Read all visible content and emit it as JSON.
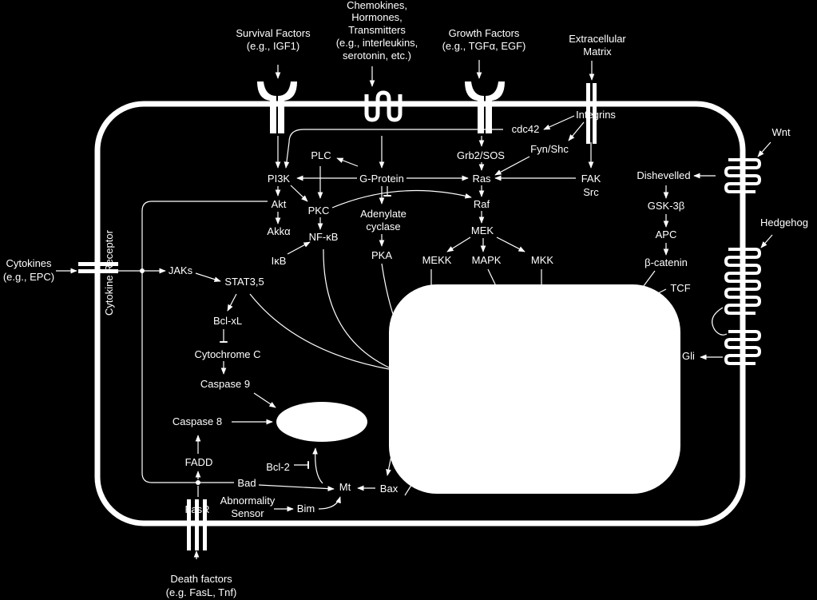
{
  "colors": {
    "background": "#000000",
    "foreground": "#ffffff"
  },
  "receptors": {
    "survival": [
      "Survival Factors",
      "(e.g., IGF1)"
    ],
    "chemokines": [
      "Chemokines,",
      "Hormones,",
      "Transmitters",
      "(e.g., interleukins,",
      "serotonin, etc.)"
    ],
    "growth": [
      "Growth Factors",
      "(e.g., TGFα, EGF)"
    ],
    "ecm": [
      "Extracellular",
      "Matrix"
    ],
    "wnt": "Wnt",
    "hedgehog": "Hedgehog",
    "cytokines": [
      "Cytokines",
      "(e.g., EPC)"
    ],
    "cytokine_receptor": "Cytokine Receptor",
    "death": [
      "Death factors",
      "(e.g. FasL, Tnf)"
    ],
    "fasr": "FasR"
  },
  "nodes": {
    "pi3k": "PI3K",
    "akt": "Akt",
    "akka": "Akkα",
    "plc": "PLC",
    "pkc": "PKC",
    "nfkb": "NF-κB",
    "ikb": "IκB",
    "gprotein": "G-Protein",
    "adenylate": [
      "Adenylate",
      "cyclase"
    ],
    "pka": "PKA",
    "cdc42": "cdc42",
    "integrins": "Integrins",
    "fynshc": "Fyn/Shc",
    "grb2sos": "Grb2/SOS",
    "ras": "Ras",
    "fak": "FAK",
    "src": "Src",
    "raf": "Raf",
    "mek": "MEK",
    "mekk": "MEKK",
    "mapk": "MAPK",
    "mkk": "MKK",
    "dishevelled": "Dishevelled",
    "gsk3b": "GSK-3β",
    "apc": "APC",
    "bcatenin": "β-catenin",
    "tcf": "TCF",
    "gli": "Gli",
    "jaks": "JAKs",
    "stat35": "STAT3,5",
    "bclxl": "Bcl-xL",
    "cytochromec": "Cytochrome C",
    "caspase9": "Caspase 9",
    "caspase8": "Caspase 8",
    "fadd": "FADD",
    "bcl2": "Bcl-2",
    "bad": "Bad",
    "mt": "Mt",
    "bax": "Bax",
    "abnormality": [
      "Abnormality",
      "Sensor"
    ],
    "bim": "Bim"
  }
}
